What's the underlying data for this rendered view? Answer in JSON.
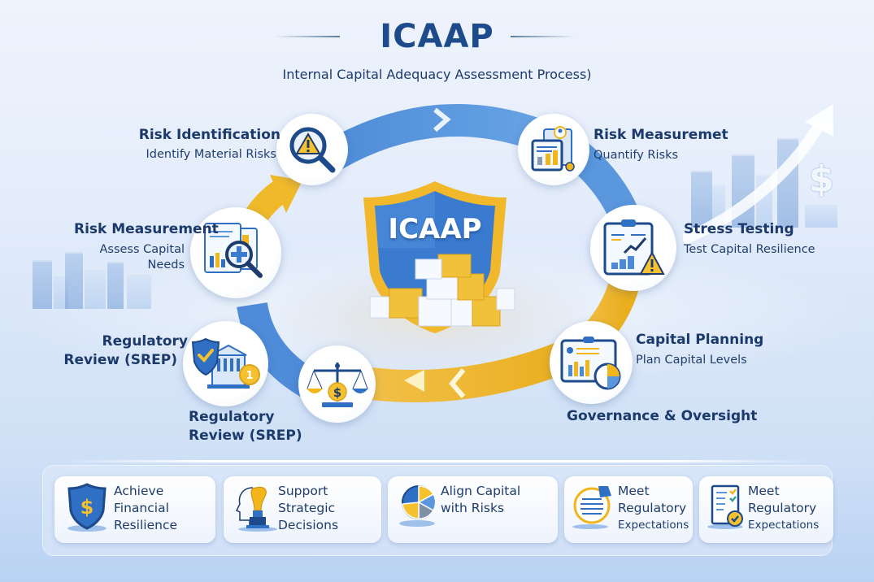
{
  "header": {
    "title": "ICAAP",
    "subtitle": "Internal Capital Adequacy Assessment Process)"
  },
  "center": {
    "shield_label": "ICAAP",
    "shield_icon": "shield-with-capital-blocks"
  },
  "cycle_steps": [
    {
      "id": "risk-identification",
      "title": "Risk Identification",
      "subtitle": "Identify Material Risks",
      "icon": "magnifier-warning-icon"
    },
    {
      "id": "risk-measurement-quantify",
      "title": "Risk Measuremet",
      "subtitle": "Quantify Risks",
      "icon": "report-chart-icon"
    },
    {
      "id": "stress-testing",
      "title": "Stress Testing",
      "subtitle": "Test Capital Resilience",
      "icon": "clipboard-warning-chart-icon"
    },
    {
      "id": "capital-planning",
      "title": "Capital Planning",
      "subtitle": "Plan Capital Levels",
      "icon": "dashboard-pie-icon"
    },
    {
      "id": "governance-oversight",
      "title": "Governance & Oversight",
      "subtitle": "",
      "icon": "scales-dollar-icon"
    },
    {
      "id": "regulatory-review-lower",
      "title_line1": "Regulatory",
      "title_line2": "Review (SREP)",
      "icon": "scales-dollar-icon"
    },
    {
      "id": "regulatory-review",
      "title_line1": "Regulatory",
      "title_line2": "Review (SREP)",
      "icon": "shield-bank-medal-icon"
    },
    {
      "id": "risk-measurement-assess",
      "title": "Risk Measurement",
      "subtitle_line1": "Assess Capital",
      "subtitle_line2": "Needs",
      "icon": "documents-magnifier-plus-icon"
    }
  ],
  "goals": [
    {
      "lines": [
        "Achieve",
        "Financial",
        "Resilience"
      ],
      "icon": "shield-dollar-icon"
    },
    {
      "lines": [
        "Support",
        "Strategic",
        "Decisions"
      ],
      "icon": "head-chess-piece-icon"
    },
    {
      "lines": [
        "Align Capital",
        "with Risks"
      ],
      "icon": "pie-chart-icon"
    },
    {
      "lines": [
        "Meet",
        "Regulatory",
        "Expectations"
      ],
      "icon": "document-seal-icon"
    },
    {
      "lines": [
        "Meet",
        "Regulatory",
        "Expectations"
      ],
      "icon": "checklist-approved-icon"
    }
  ],
  "colors": {
    "primary_blue": "#2f6fc4",
    "dark_navy": "#1d4a8a",
    "accent_gold": "#f2b61c",
    "ring_blue": "#5a97dc",
    "ring_gold": "#efb92a",
    "background": "#e6eefb"
  },
  "decor": {
    "dollar_symbol": "$",
    "medal_number": "1"
  }
}
